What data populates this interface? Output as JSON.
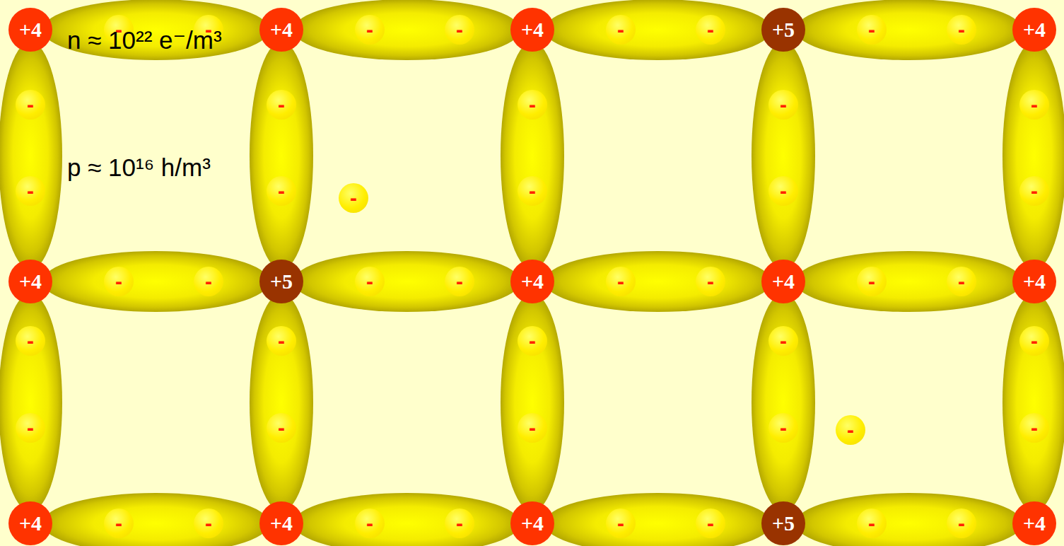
{
  "diagram": {
    "nodes": [
      {
        "text": [
          "+4"
        ]
      },
      {
        "text": [
          "-"
        ]
      },
      {
        "text": [
          "-"
        ]
      },
      {
        "text": [
          "+4"
        ]
      },
      {
        "text": [
          "-"
        ]
      },
      {
        "text": [
          "-"
        ]
      },
      {
        "text": [
          "+4"
        ]
      },
      {
        "text": [
          "-"
        ]
      },
      {
        "text": [
          "-"
        ]
      },
      {
        "text": [
          "+5"
        ]
      },
      {
        "text": [
          "-"
        ]
      },
      {
        "text": [
          "-"
        ]
      },
      {
        "text": [
          "+4"
        ]
      },
      {
        "text": [
          "-"
        ]
      },
      {
        "text": [
          "-"
        ]
      },
      {
        "text": [
          "-"
        ]
      },
      {
        "text": [
          "-"
        ]
      },
      {
        "text": [
          "-"
        ]
      },
      {
        "text": [
          "-"
        ]
      },
      {
        "text": [
          "-"
        ]
      },
      {
        "text": [
          "-"
        ]
      },
      {
        "text": [
          "-"
        ]
      },
      {
        "text": [
          "-"
        ]
      },
      {
        "text": [
          "-"
        ]
      },
      {
        "text": [
          "+4"
        ]
      },
      {
        "text": [
          "-"
        ]
      },
      {
        "text": [
          "-"
        ]
      },
      {
        "text": [
          "+5"
        ]
      },
      {
        "text": [
          "-"
        ]
      },
      {
        "text": [
          "-"
        ]
      },
      {
        "text": [
          "+4"
        ]
      },
      {
        "text": [
          "-"
        ]
      },
      {
        "text": [
          "-"
        ]
      },
      {
        "text": [
          "+4"
        ]
      },
      {
        "text": [
          "-"
        ]
      },
      {
        "text": [
          "-"
        ]
      },
      {
        "text": [
          "+4"
        ]
      },
      {
        "text": [
          "-"
        ]
      },
      {
        "text": [
          "-"
        ]
      },
      {
        "text": [
          "-"
        ]
      },
      {
        "text": [
          "-"
        ]
      },
      {
        "text": [
          "-"
        ]
      },
      {
        "text": [
          "-"
        ]
      },
      {
        "text": [
          "-"
        ]
      },
      {
        "text": [
          "-"
        ]
      },
      {
        "text": [
          "-"
        ]
      },
      {
        "text": [
          "-"
        ]
      },
      {
        "text": [
          "-"
        ]
      },
      {
        "text": [
          "+4"
        ]
      },
      {
        "text": [
          "-"
        ]
      },
      {
        "text": [
          "-"
        ]
      },
      {
        "text": [
          "+4"
        ]
      },
      {
        "text": [
          "-"
        ]
      },
      {
        "text": [
          "-"
        ]
      },
      {
        "text": [
          "+4"
        ]
      },
      {
        "text": [
          "-"
        ]
      },
      {
        "text": [
          "-"
        ]
      },
      {
        "text": [
          "+5"
        ]
      },
      {
        "text": [
          "-"
        ]
      },
      {
        "text": [
          "-"
        ]
      },
      {
        "text": [
          "+4"
        ]
      }
    ],
    "edges": [
      {
        "from": 0,
        "to": 3,
        "arrow": "none"
      },
      {
        "from": 3,
        "to": 6,
        "arrow": "none"
      },
      {
        "from": 6,
        "to": 9,
        "arrow": "none"
      },
      {
        "from": 9,
        "to": 12,
        "arrow": "none"
      },
      {
        "from": 0,
        "to": 24,
        "arrow": "none"
      },
      {
        "from": 3,
        "to": 27,
        "arrow": "none"
      },
      {
        "from": 6,
        "to": 30,
        "arrow": "none"
      },
      {
        "from": 9,
        "to": 33,
        "arrow": "none"
      },
      {
        "from": 12,
        "to": 36,
        "arrow": "none"
      },
      {
        "from": 24,
        "to": 27,
        "arrow": "none"
      },
      {
        "from": 27,
        "to": 30,
        "arrow": "none"
      },
      {
        "from": 30,
        "to": 33,
        "arrow": "none"
      },
      {
        "from": 33,
        "to": 36,
        "arrow": "none"
      },
      {
        "from": 24,
        "to": 48,
        "arrow": "none"
      },
      {
        "from": 27,
        "to": 51,
        "arrow": "none"
      },
      {
        "from": 30,
        "to": 54,
        "arrow": "none"
      },
      {
        "from": 33,
        "to": 57,
        "arrow": "none"
      },
      {
        "from": 36,
        "to": 60,
        "arrow": "none"
      },
      {
        "from": 48,
        "to": 51,
        "arrow": "none"
      },
      {
        "from": 51,
        "to": 54,
        "arrow": "none"
      },
      {
        "from": 54,
        "to": 57,
        "arrow": "none"
      },
      {
        "from": 57,
        "to": 60,
        "arrow": "none"
      }
    ],
    "labels": [
      "n ≈ 10²² e⁻/m³",
      "p ≈ 10¹⁶ h/m³"
    ]
  }
}
